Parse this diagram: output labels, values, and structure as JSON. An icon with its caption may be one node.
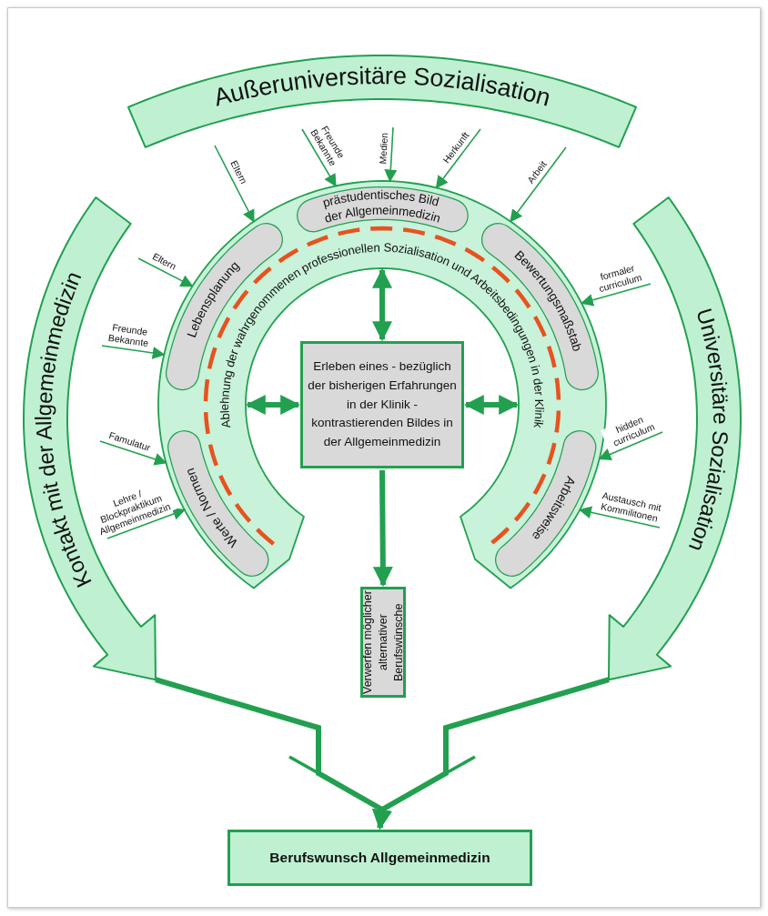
{
  "diagram": {
    "nodes": [
      {
        "text": [
          "Außeruniversitäre Sozialisation"
        ]
      },
      {
        "text": [
          "Kontakt mit der Allgemeinmedizin"
        ]
      },
      {
        "text": [
          "Universitäre Sozialisation"
        ]
      },
      {
        "text": [
          "Ablehnung der wahrgenommenen professionellen Sozialisation und Arbeitsbedingungen in der Klinik"
        ]
      },
      {
        "text": [
          "Lebensplanung"
        ],
        "in": 3
      },
      {
        "text": [
          "prästudentisches Bild der Allgemeinmedizin"
        ],
        "in": 3
      },
      {
        "text": [
          "Bewertungsmaßstab"
        ],
        "in": 3
      },
      {
        "text": [
          "Werte / Normen"
        ],
        "in": 3
      },
      {
        "text": [
          "Arbeitsweise"
        ],
        "in": 3
      },
      {
        "text": [
          "Erleben eines - bezüglich der bisherigen Erfahrungen in der Klinik - kontrastierenden Bildes in der Allgemeinmedizin"
        ]
      },
      {
        "text": [
          "Verwerfen möglicher alternativer Berufswünsche"
        ]
      },
      {
        "text": [
          "Berufswunsch Allgemeinmedizin"
        ]
      }
    ],
    "edges": [
      {
        "from": null,
        "to": 4,
        "arrow": "to",
        "label": "Eltern"
      },
      {
        "from": null,
        "to": 5,
        "arrow": "to",
        "label": "Freunde Bekannte"
      },
      {
        "from": null,
        "to": 5,
        "arrow": "to",
        "label": "Medien"
      },
      {
        "from": null,
        "to": 5,
        "arrow": "to",
        "label": "Herkunft"
      },
      {
        "from": null,
        "to": 6,
        "arrow": "to",
        "label": "Arbeit"
      },
      {
        "from": null,
        "to": 4,
        "arrow": "to",
        "label": "Eltern"
      },
      {
        "from": null,
        "to": 4,
        "arrow": "to",
        "label": "Freunde Bekannte"
      },
      {
        "from": null,
        "to": 7,
        "arrow": "to",
        "label": "Famulatur"
      },
      {
        "from": null,
        "to": 7,
        "arrow": "to",
        "label": "Lehre / Blockpraktikum Allgemeinmedizin"
      },
      {
        "from": null,
        "to": 6,
        "arrow": "to",
        "label": "formaler curriculum"
      },
      {
        "from": null,
        "to": 8,
        "arrow": "to",
        "label": "hidden curriculum"
      },
      {
        "from": null,
        "to": 8,
        "arrow": "to",
        "label": "Austausch mit Kommilitonen"
      },
      {
        "from": 3,
        "to": 9,
        "arrow": "both",
        "style": "thick"
      },
      {
        "from": 3,
        "to": 9,
        "arrow": "both",
        "style": "thick"
      },
      {
        "from": 3,
        "to": 9,
        "arrow": "both",
        "style": "thick"
      },
      {
        "from": 9,
        "to": 10,
        "arrow": "to",
        "style": "thick"
      },
      {
        "from": 1,
        "to": 11,
        "arrow": "to",
        "style": "thick"
      },
      {
        "from": 2,
        "to": 11,
        "arrow": "to",
        "style": "thick"
      }
    ]
  }
}
